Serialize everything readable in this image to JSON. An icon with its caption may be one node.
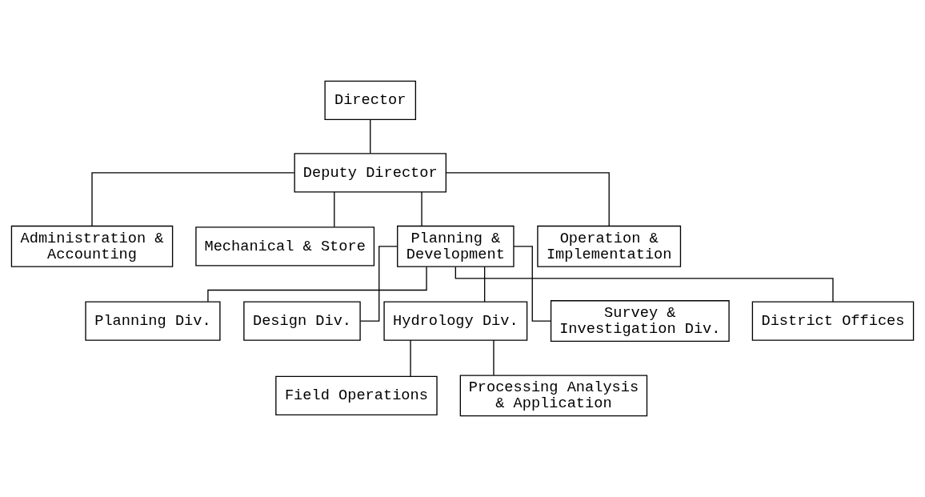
{
  "diagram": {
    "nodes": [
      {
        "text": [
          "Director"
        ]
      },
      {
        "text": [
          "Deputy Director"
        ]
      },
      {
        "text": [
          "Administration & Accounting"
        ]
      },
      {
        "text": [
          "Mechanical & Store"
        ]
      },
      {
        "text": [
          "Planning & Development"
        ]
      },
      {
        "text": [
          "Operation & Implementation"
        ]
      },
      {
        "text": [
          "Planning Div."
        ]
      },
      {
        "text": [
          "Design Div."
        ]
      },
      {
        "text": [
          "Hydrology Div."
        ]
      },
      {
        "text": [
          "Survey & Investigation Div."
        ]
      },
      {
        "text": [
          "District Offices"
        ]
      },
      {
        "text": [
          "Field Operations"
        ]
      },
      {
        "text": [
          "Processing Analysis & Application"
        ]
      }
    ],
    "edges": [
      {
        "from": 0,
        "to": 1,
        "arrow": "none"
      },
      {
        "from": 1,
        "to": 2,
        "arrow": "none"
      },
      {
        "from": 1,
        "to": 3,
        "arrow": "none"
      },
      {
        "from": 1,
        "to": 4,
        "arrow": "none"
      },
      {
        "from": 1,
        "to": 5,
        "arrow": "none"
      },
      {
        "from": 4,
        "to": 6,
        "arrow": "none"
      },
      {
        "from": 4,
        "to": 7,
        "arrow": "none"
      },
      {
        "from": 4,
        "to": 8,
        "arrow": "none"
      },
      {
        "from": 4,
        "to": 9,
        "arrow": "none"
      },
      {
        "from": 4,
        "to": 10,
        "arrow": "none"
      },
      {
        "from": 8,
        "to": 11,
        "arrow": "none"
      },
      {
        "from": 8,
        "to": 12,
        "arrow": "none"
      }
    ]
  }
}
